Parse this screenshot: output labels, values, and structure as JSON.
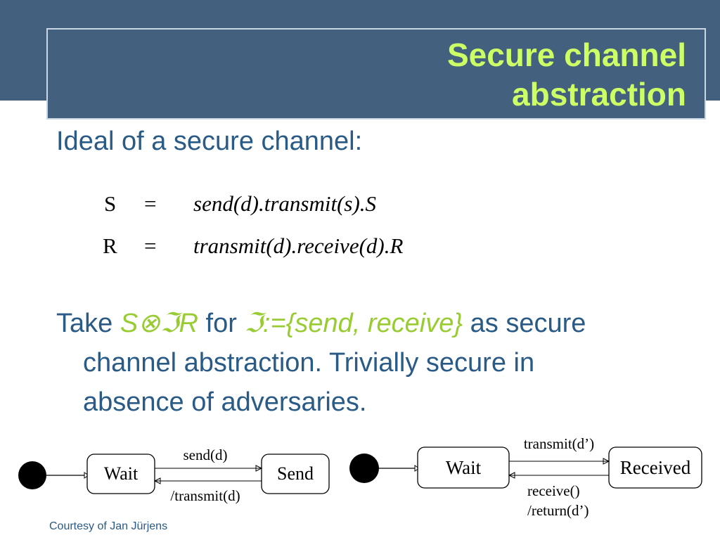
{
  "slide": {
    "title_line1": "Secure channel",
    "title_line2": "abstraction",
    "intro": "Ideal of a secure channel:",
    "take_prefix": "Take ",
    "take_op": "S⊗ℑR",
    "take_for": " for ",
    "take_set": "ℑ:={send, receive}",
    "take_line1_rest": " as secure",
    "take_line2": "channel abstraction. Trivially secure in",
    "take_line3": "absence of adversaries.",
    "courtesy": "Courtesy of Jan Jürjens"
  },
  "equations": {
    "s_lhs": "S",
    "s_eq": "=",
    "s_rhs": "send(d).transmit(s).S",
    "r_lhs": "R",
    "r_eq": "=",
    "r_rhs": "transmit(d).receive(d).R"
  },
  "diagram_left": {
    "state1": "Wait",
    "state2": "Send",
    "arrow_top": "send(d)",
    "arrow_bottom": "/transmit(d)"
  },
  "diagram_right": {
    "state1": "Wait",
    "state2": "Received",
    "arrow_top": "transmit(d’)",
    "arrow_bottom1": "receive()",
    "arrow_bottom2": "/return(d’)"
  },
  "colors": {
    "header_bg": "#43607f",
    "title": "#ccff66",
    "body_text": "#2a5a86",
    "accent": "#99cc33"
  }
}
